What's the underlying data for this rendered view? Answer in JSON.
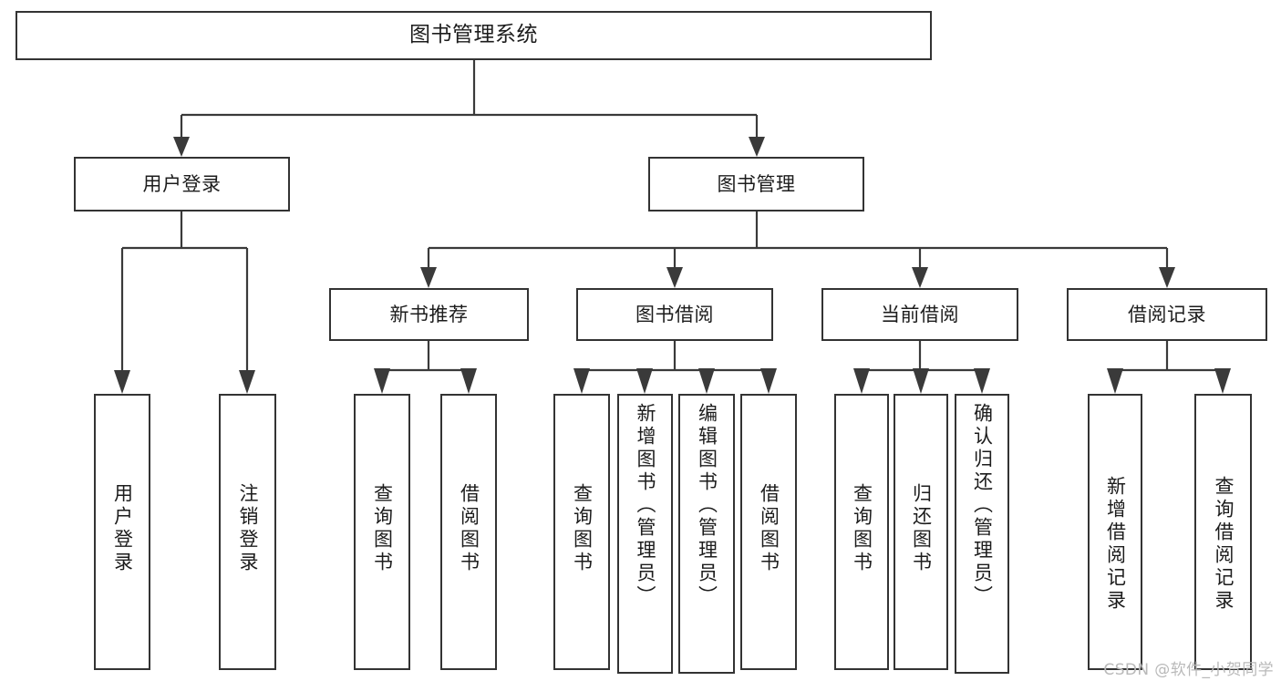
{
  "diagram": {
    "title": "图书管理系统",
    "type": "功能结构图",
    "colors": {
      "box_border": "#333333",
      "box_fill": "#ffffff",
      "connector": "#3a3a3a",
      "text": "#1c1c1c",
      "watermark": "#b9b9b9"
    },
    "root": {
      "label": "图书管理系统"
    },
    "level2": [
      {
        "label": "用户登录"
      },
      {
        "label": "图书管理"
      }
    ],
    "level3": [
      {
        "label": "新书推荐"
      },
      {
        "label": "图书借阅"
      },
      {
        "label": "当前借阅"
      },
      {
        "label": "借阅记录"
      }
    ],
    "leaves": {
      "user_login": [
        {
          "label": "用户登录"
        },
        {
          "label": "注销登录"
        }
      ],
      "new_book_recommend": [
        {
          "label": "查询图书"
        },
        {
          "label": "借阅图书"
        }
      ],
      "book_borrow": [
        {
          "label": "查询图书"
        },
        {
          "label": "新增图书（管理员）"
        },
        {
          "label": "编辑图书（管理员）"
        },
        {
          "label": "借阅图书"
        }
      ],
      "current_borrow": [
        {
          "label": "查询图书"
        },
        {
          "label": "归还图书"
        },
        {
          "label": "确认归还（管理员）"
        }
      ],
      "borrow_record": [
        {
          "label": "新增借阅记录"
        },
        {
          "label": "查询借阅记录"
        }
      ]
    }
  },
  "watermark": {
    "text": "CSDN @软件_小贺同学"
  }
}
